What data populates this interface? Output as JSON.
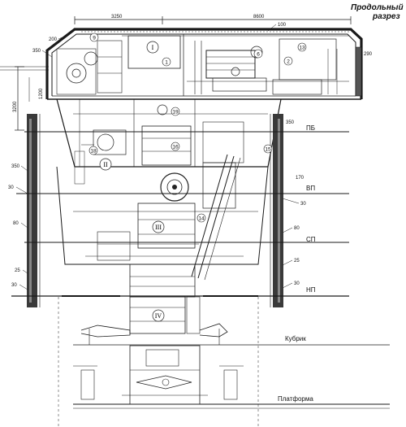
{
  "title": {
    "line1": "Продольный",
    "line2": "разрез"
  },
  "dimensions_top": [
    "3250",
    "8600"
  ],
  "dimension_left": "3200",
  "thickness_labels": {
    "t100": "100",
    "t200": "200",
    "t350_top": "350",
    "t1200": "1200",
    "t290": "290",
    "t350_right": "350",
    "t350_left": "350",
    "t30_left_upper": "30",
    "t170": "170",
    "t30_right_upper": "30",
    "t80_left": "80",
    "t80_right": "80",
    "t25_left": "25",
    "t25_right": "25",
    "t30_left_lower": "30",
    "t30_right_lower": "30"
  },
  "decks": {
    "pb": "ПБ",
    "vp": "ВП",
    "sp": "СП",
    "np": "НП",
    "kubrik": "Кубрик",
    "platforma": "Платформа"
  },
  "compartments": [
    "I",
    "II",
    "III",
    "IV"
  ],
  "callouts": [
    "1",
    "2",
    "6",
    "9",
    "13",
    "14",
    "15",
    "16",
    "18",
    "19"
  ]
}
